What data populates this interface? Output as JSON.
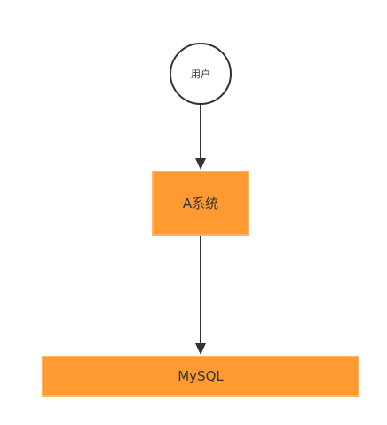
{
  "diagram": {
    "nodes": [
      {
        "id": "user",
        "label": "用户",
        "shape": "circle",
        "fill": "#ffffff",
        "stroke": "#333333"
      },
      {
        "id": "a",
        "label": "A系统",
        "shape": "rect",
        "fill": "#ff9a33",
        "stroke": "#ffb366"
      },
      {
        "id": "mysql",
        "label": "MySQL",
        "shape": "rect",
        "fill": "#ff9a33",
        "stroke": "#ffb366"
      }
    ],
    "edges": [
      {
        "from": "user",
        "to": "a",
        "color": "#333333"
      },
      {
        "from": "a",
        "to": "mysql",
        "color": "#333333"
      }
    ]
  }
}
